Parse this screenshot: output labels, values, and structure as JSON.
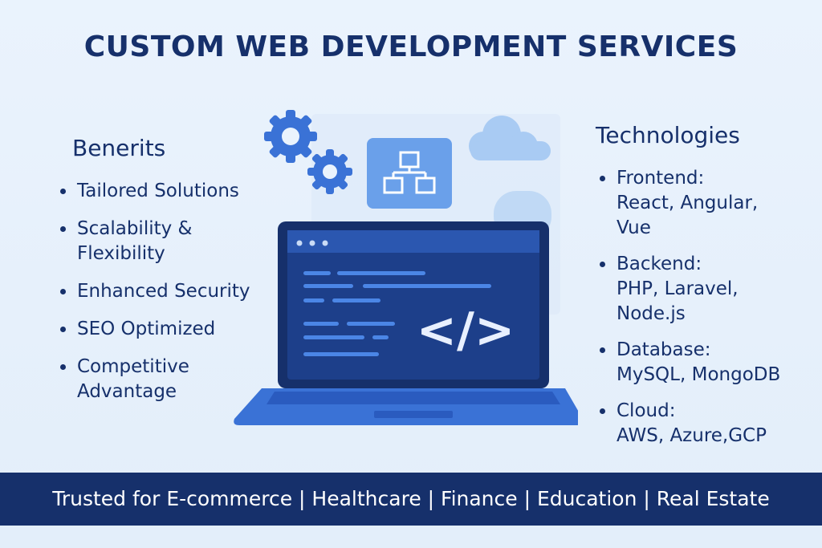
{
  "title": "CUSTOM WEB DEVELOPMENT SERVICES",
  "benefits": {
    "heading": "Benerits",
    "items": [
      "Tailored Solutions",
      "Scalability & Flexibility",
      "Enhanced Security",
      "SEO Optimized",
      "Competitive Advantage"
    ]
  },
  "technologies": {
    "heading": "Technologies",
    "items": [
      {
        "label": "Frontend:",
        "value": "React, Angular, Vue"
      },
      {
        "label": "Backend:",
        "value": "PHP, Laravel, Node.js"
      },
      {
        "label": "Database:",
        "value": "MySQL, MongoDB"
      },
      {
        "label": "Cloud:",
        "value": "AWS, Azure,GCP"
      }
    ]
  },
  "banner": "Trusted for E-commerce | Healthcare | Finance | Education | Real Estate",
  "illustration": {
    "code_symbol": "</>",
    "icons": [
      "gear-icon",
      "gear-icon",
      "sitemap-icon",
      "cloud-icon",
      "laptop-icon"
    ]
  },
  "colors": {
    "navy": "#16306b",
    "blue": "#3a72d6",
    "light_blue": "#6aa0ea",
    "screen": "#1d3f8a",
    "background": "#eaf3fd"
  }
}
